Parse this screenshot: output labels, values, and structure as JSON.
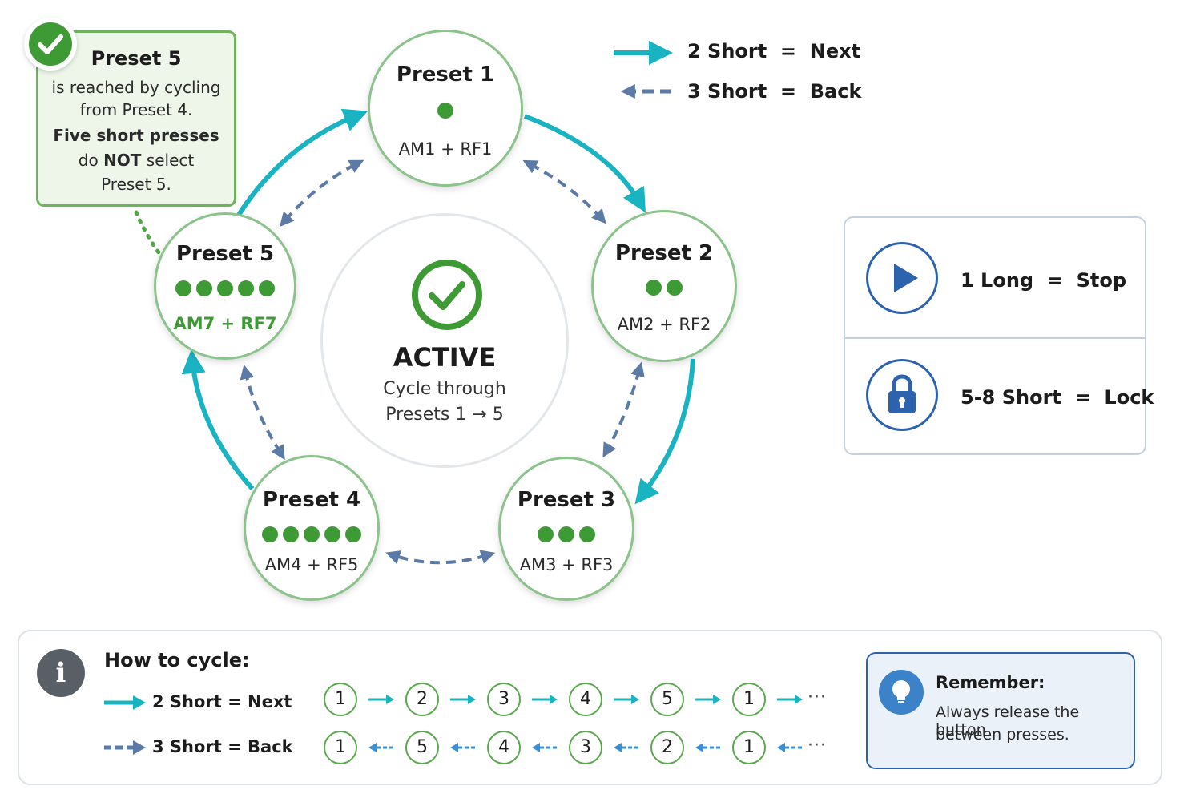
{
  "callout": {
    "title": "Preset 5",
    "line1": "is reached by cycling",
    "line2": "from Preset 4.",
    "line3": "Five short presses",
    "line4_bold": "NOT",
    "line4_pre": "do ",
    "line4_post": " select",
    "line5": "Preset 5."
  },
  "presets": [
    {
      "title": "Preset 1",
      "dots": 1,
      "combo": "AM1 + RF1"
    },
    {
      "title": "Preset 2",
      "dots": 2,
      "combo": "AM2 + RF2"
    },
    {
      "title": "Preset 3",
      "dots": 3,
      "combo": "AM3 + RF3"
    },
    {
      "title": "Preset 4",
      "dots": 5,
      "combo": "AM4 + RF5"
    },
    {
      "title": "Preset 5",
      "dots": 5,
      "combo": "AM7 + RF7"
    }
  ],
  "center": {
    "title": "ACTIVE",
    "line1": "Cycle through",
    "line2": "Presets 1 → 5"
  },
  "legend": {
    "next": "2 Short  =  Next",
    "back": "3 Short  =  Back"
  },
  "controls": {
    "stop": "1 Long  =  Stop",
    "lock": "5-8 Short  =  Lock"
  },
  "how": {
    "title": "How to cycle:",
    "next": "2 Short = Next",
    "back": "3 Short = Back",
    "next_sequence": [
      "1",
      "2",
      "3",
      "4",
      "5",
      "1"
    ],
    "back_sequence": [
      "1",
      "5",
      "4",
      "3",
      "2",
      "1"
    ],
    "ellipsis": "···"
  },
  "remember": {
    "title": "Remember:",
    "line1": "Always release the button",
    "line2": "between presses."
  },
  "colors": {
    "green": "#3e9a34",
    "node_border": "#8cc38c",
    "teal_arrow": "#1ab3c2",
    "back_arrow": "#5b7aa6",
    "blue": "#2d63ad"
  }
}
